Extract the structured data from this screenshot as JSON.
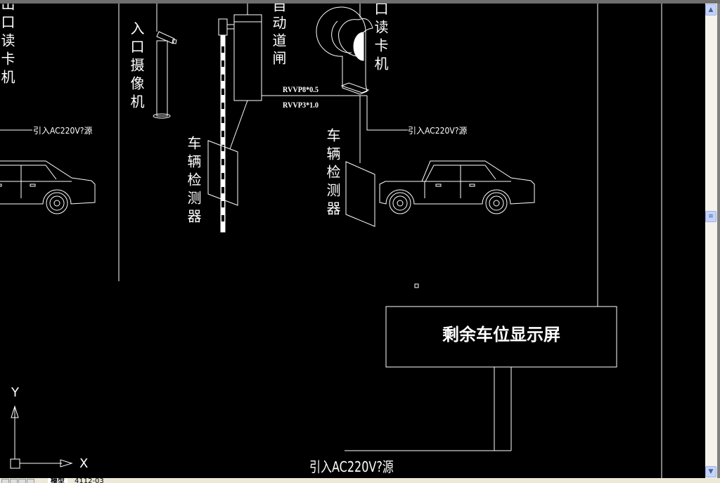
{
  "labels": {
    "exit_reader": "出口读卡机",
    "entry_reader": "口读卡机",
    "entry_camera": "入口摄像机",
    "auto_barrier": "自动道闸",
    "detector_left": "车辆检测器",
    "detector_right": "车辆检测器",
    "cable_1": "RVVP8*0.5",
    "cable_2": "RVVP3*1.0",
    "power_left": "引入AC220V?源",
    "power_middle": "引入AC220V?源",
    "power_bottom": "引入AC220V?源",
    "display_screen": "剩余车位显示屏"
  },
  "ucs": {
    "x_label": "X",
    "y_label": "Y"
  },
  "tabs": [
    {
      "label": "模型",
      "active": true
    },
    {
      "label": "4112-03",
      "active": false
    }
  ],
  "scrollbar": {
    "up_icon": "chevron-up-icon",
    "down_icon": "chevron-down-icon"
  },
  "colors": {
    "background": "#000000",
    "lines": "#ffffff",
    "scrollbar": "#f4f2ea"
  }
}
